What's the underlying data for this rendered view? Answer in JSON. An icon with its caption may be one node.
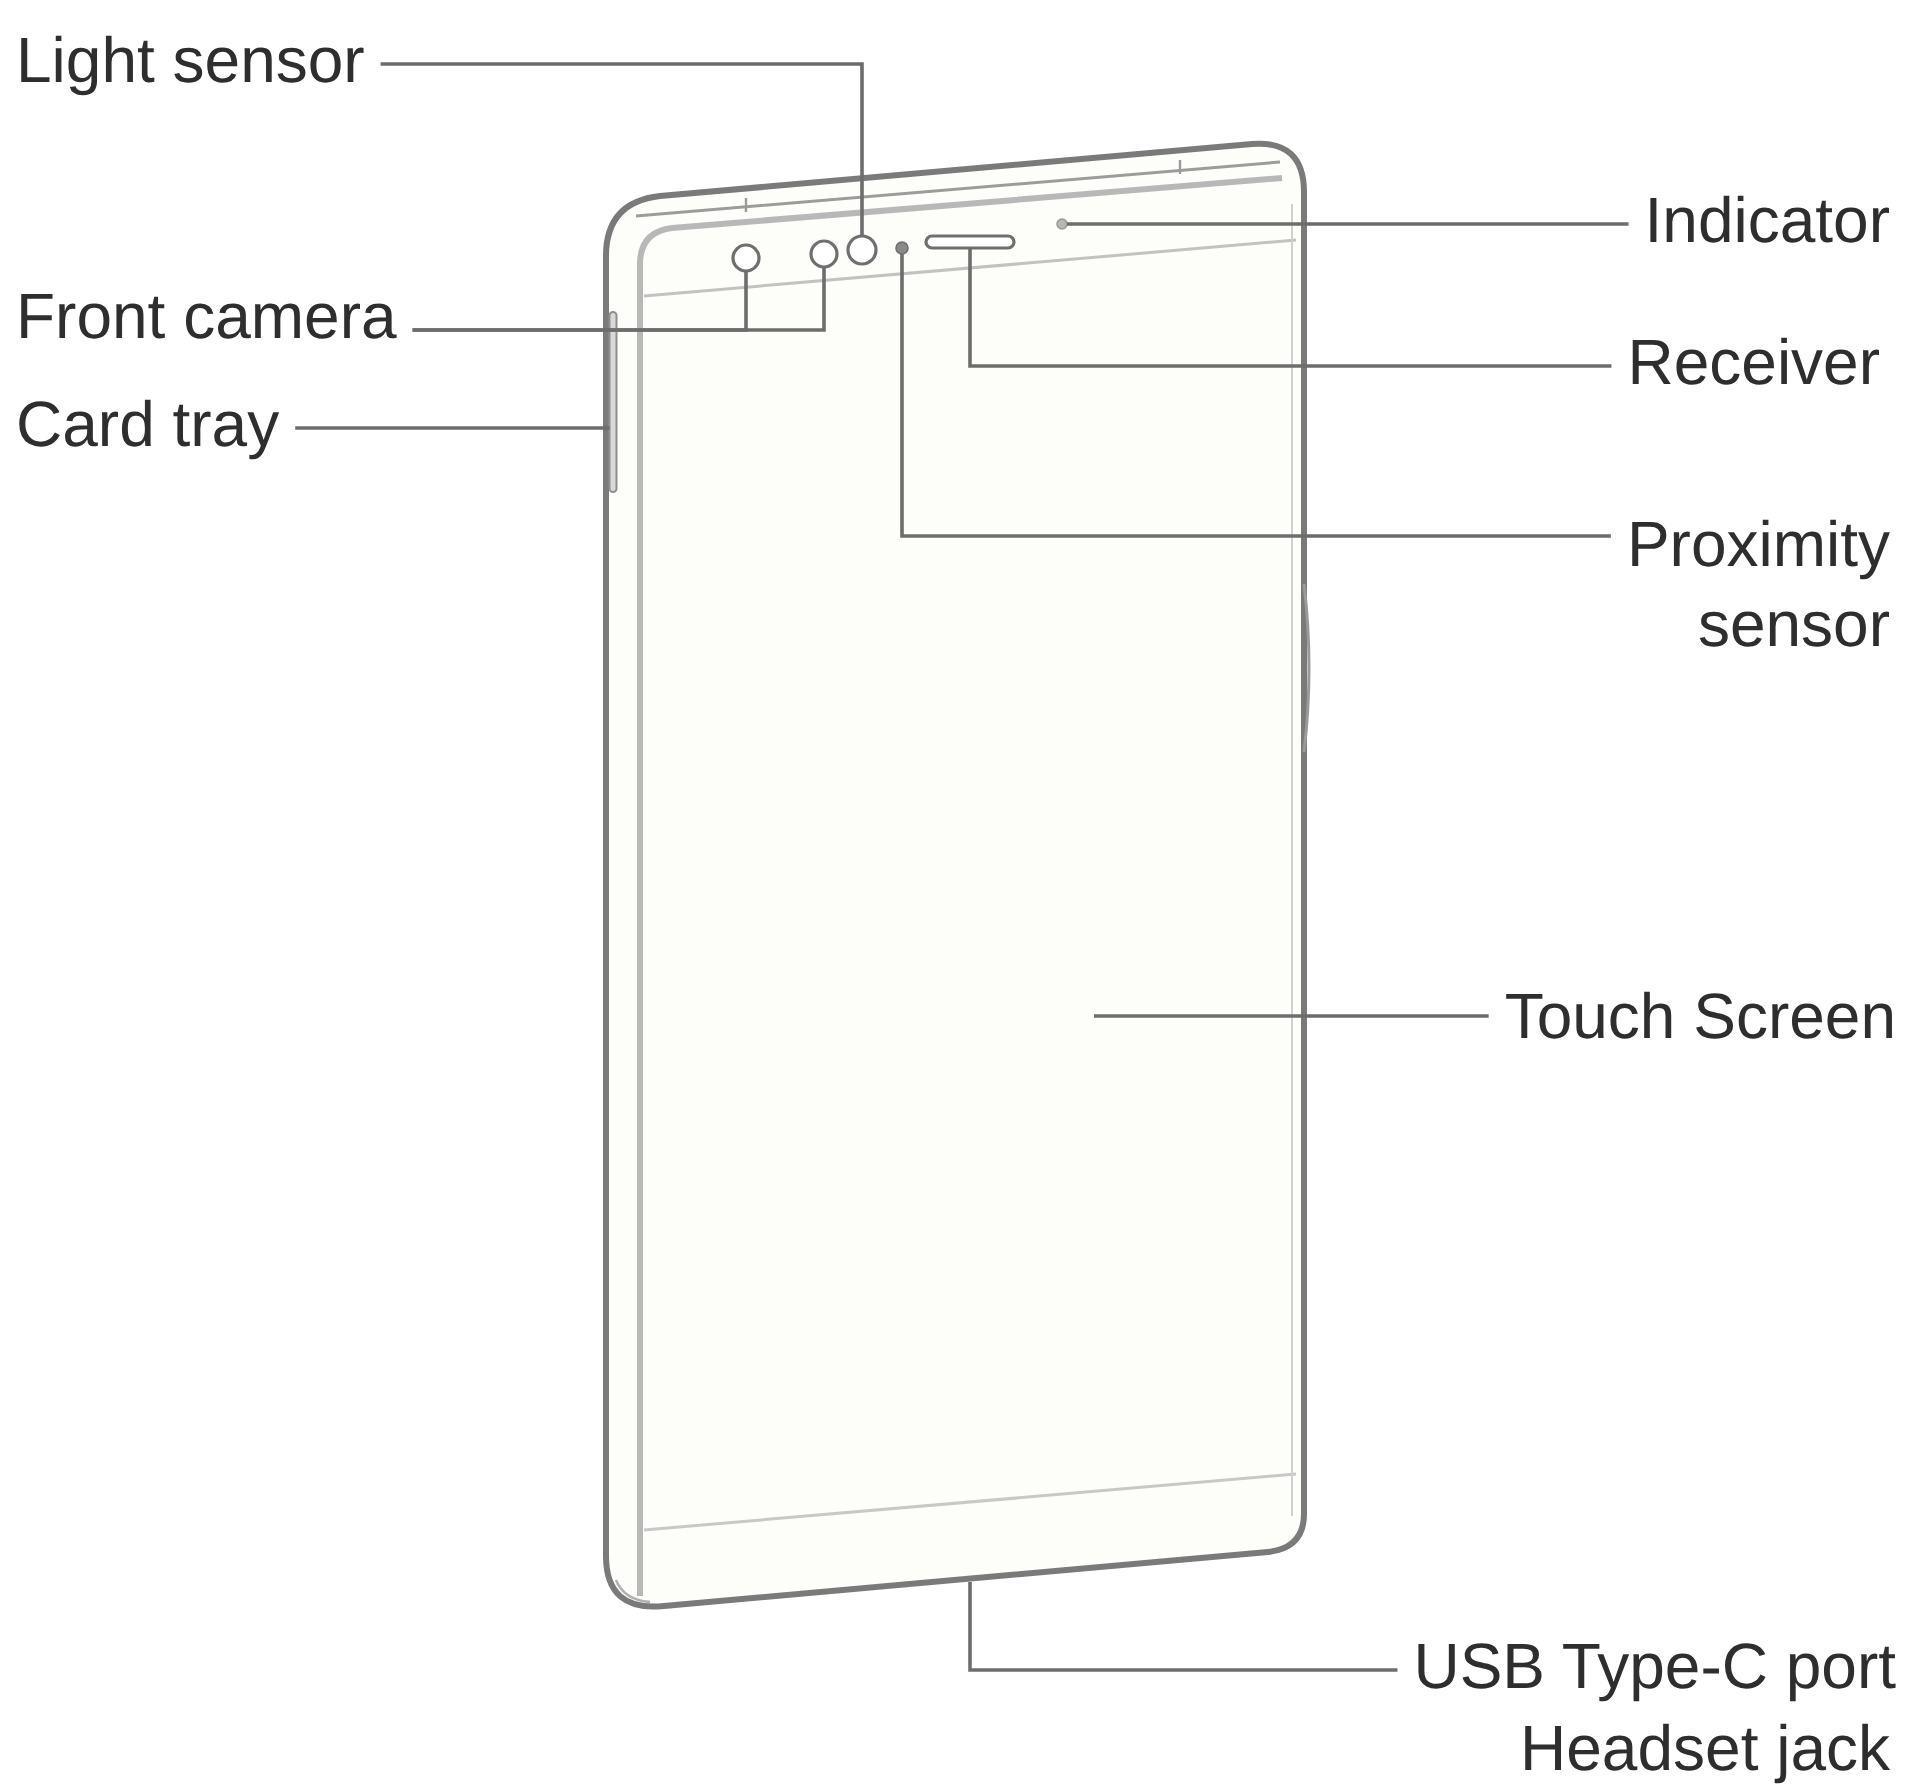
{
  "diagram": {
    "nodes": [
      {
        "text": [
          "Light sensor"
        ]
      },
      {
        "text": [
          "Front camera"
        ]
      },
      {
        "text": [
          "Card tray"
        ]
      },
      {
        "text": [
          "Indicator"
        ]
      },
      {
        "text": [
          "Receiver"
        ]
      },
      {
        "text": [
          "Proximity sensor"
        ]
      },
      {
        "text": [
          "Touch Screen"
        ]
      },
      {
        "text": [
          "USB Type-C port"
        ]
      },
      {
        "text": [],
        "shape": "circle"
      },
      {
        "text": [],
        "shape": "circle"
      },
      {
        "text": [],
        "shape": "circle"
      },
      {
        "text": [],
        "shape": "bar"
      },
      {
        "text": [],
        "shape": "circle"
      },
      {
        "text": [],
        "shape": "bar"
      },
      {
        "text": [],
        "shape": "circle"
      }
    ],
    "edges": [
      {
        "from": 0,
        "to": 8,
        "arrow": "none"
      },
      {
        "from": 1,
        "to": 9,
        "arrow": "none"
      },
      {
        "from": 1,
        "to": 10,
        "arrow": "none"
      },
      {
        "from": 2,
        "to": 11,
        "arrow": "none"
      },
      {
        "from": 3,
        "to": 12,
        "arrow": "none"
      },
      {
        "from": 4,
        "to": 13,
        "arrow": "none"
      },
      {
        "from": 5,
        "to": 14,
        "arrow": "none"
      },
      {
        "from": 6,
        "to": null,
        "arrow": "none"
      },
      {
        "from": 7,
        "to": null,
        "arrow": "none"
      }
    ],
    "labels": [
      "Headset jack"
    ]
  }
}
